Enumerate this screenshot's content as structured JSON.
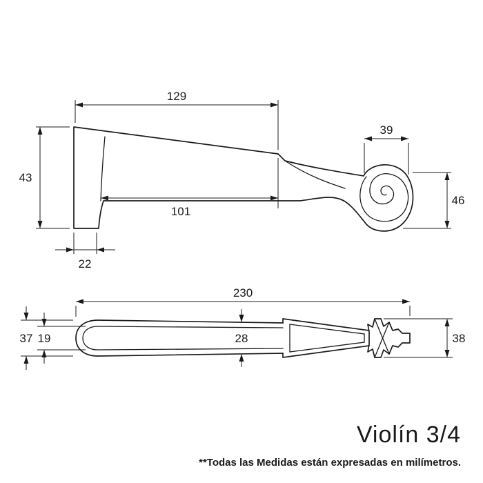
{
  "title": "Violín 3/4",
  "footnote": "**Todas las Medidas están expresadas en milímetros.",
  "colors": {
    "ink": "#1a1a1a",
    "background": "#ffffff"
  },
  "side_view": {
    "neck_top_length": "129",
    "scroll_width": "39",
    "heel_height": "43",
    "neck_underside_length": "101",
    "scroll_height": "46",
    "heel_thickness": "22"
  },
  "top_view": {
    "total_length": "230",
    "heel_width": "37",
    "neck_width_at_heel": "19",
    "neck_width_middle": "28",
    "scroll_front_width": "38"
  }
}
